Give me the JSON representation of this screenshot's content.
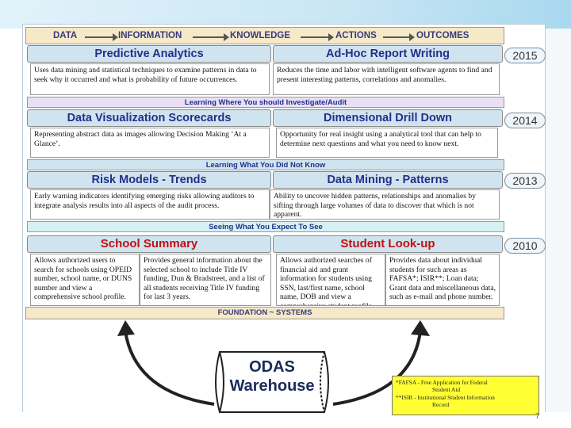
{
  "flow": {
    "steps": [
      "DATA",
      "INFORMATION",
      "KNOWLEDGE",
      "ACTIONS",
      "OUTCOMES"
    ]
  },
  "tiers": [
    {
      "year": "2015",
      "left_title": "Predictive Analytics",
      "right_title": "Ad-Hoc Report Writing",
      "left_text": "Uses data mining and statistical techniques to examine patterns in data to seek why it occurred and what is probability of future occurrences.",
      "right_text": "Reduces the time and labor with intelligent software agents to find and present interesting patterns, correlations and anomalies.",
      "band": "Learning Where You should Investigate/Audit"
    },
    {
      "year": "2014",
      "left_title": "Data Visualization Scorecards",
      "right_title": "Dimensional Drill Down",
      "left_text": "Representing abstract data as images allowing Decision Making ‘At a Glance’.",
      "right_text": "Opportunity for real insight using a analytical tool that can help to determine next questions and what you need to know next.",
      "band": "Learning What You Did Not Know"
    },
    {
      "year": "2013",
      "left_title": "Risk Models - Trends",
      "right_title": "Data Mining - Patterns",
      "left_text": "Early warning indicators identifying emerging risks allowing auditors to integrate analysis results into all aspects of the audit process.",
      "right_text": "Ability to uncover hidden patterns, relationships and anomalies by sifting through large volumes of data to discover that which is not apparent.",
      "band": "Seeing What You Expect To See"
    },
    {
      "year": "2010",
      "left_title": "School Summary",
      "right_title": "Student Look-up",
      "cols": [
        "Allows authorized users to search for schools using OPEID number, school name, or DUNS number and view a comprehensive school profile.",
        "Provides general information about the selected school to include Title IV funding, Dun & Bradstreet, and a list of all students receiving Title IV funding for last 3 years.",
        "Allows authorized searches of financial aid and grant information for students using SSN, last/first name, school name, DOB and view a comprehensive student profile.",
        "Provides data about individual students for such areas as FAFSA*; ISIR**; Loan data; Grant data and miscellaneous data, such as e-mail and phone number."
      ]
    }
  ],
  "foundation": "FOUNDATION  ~  SYSTEMS",
  "warehouse": {
    "line1": "ODAS",
    "line2": "Warehouse"
  },
  "note": {
    "line1": "*FAFSA -  Free Application for Federal",
    "line2": "Student Aid",
    "line3": "**ISIR -    Institutional Student Information",
    "line4": "Record"
  },
  "page_number": "7",
  "colors": {
    "header_fill": "#cfe4ef",
    "band_pink": "#e9e0f4",
    "band_blue": "#cfe4ef",
    "band_teal": "#d6f1f4",
    "flow_fill": "#f5e9c8",
    "note_fill": "#ffff33"
  }
}
